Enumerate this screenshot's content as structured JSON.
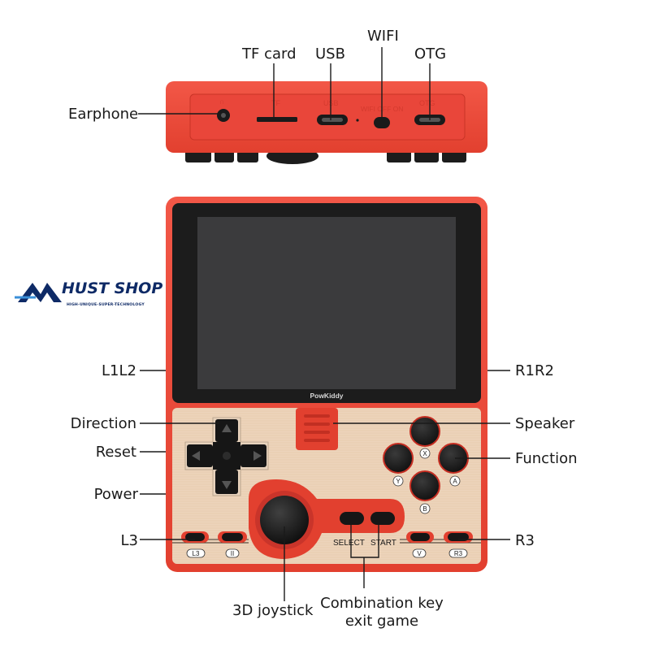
{
  "watermark": {
    "brand": "HUST SHOP",
    "tagline": "HIGH-UNIQUE-SUPER-TECHNOLOGY"
  },
  "top_view": {
    "callouts": {
      "tf_card": "TF card",
      "usb": "USB",
      "wifi": "WIFI",
      "otg": "OTG",
      "earphone": "Earphone"
    },
    "engravings": {
      "tf": "TF",
      "usb": "USB",
      "wifi_switch": "WIFI OFF ON",
      "otg": "OTG"
    }
  },
  "front_view": {
    "brand": "PowKiddy",
    "callouts": {
      "l1l2": "L1L2",
      "r1r2": "R1R2",
      "direction": "Direction",
      "speaker": "Speaker",
      "reset": "Reset",
      "function": "Function",
      "power": "Power",
      "l3": "L3",
      "r3": "R3",
      "joystick": "3D joystick",
      "combo_line1": "Combination key",
      "combo_line2": "exit game"
    },
    "button_labels": {
      "x": "X",
      "y": "Y",
      "a": "A",
      "b": "B",
      "l3": "L3",
      "ii": "II",
      "v": "V",
      "r3": "R3",
      "select": "SELECT",
      "start": "START"
    }
  },
  "colors": {
    "body_red": "#ef4a3c",
    "body_red_dark": "#d83a2e",
    "panel_gold": "#efd6bd",
    "screen_bezel": "#1c1c1c",
    "screen": "#3b3b3d",
    "button_black": "#1a1a1a",
    "brand_blue": "#0e2a66"
  }
}
